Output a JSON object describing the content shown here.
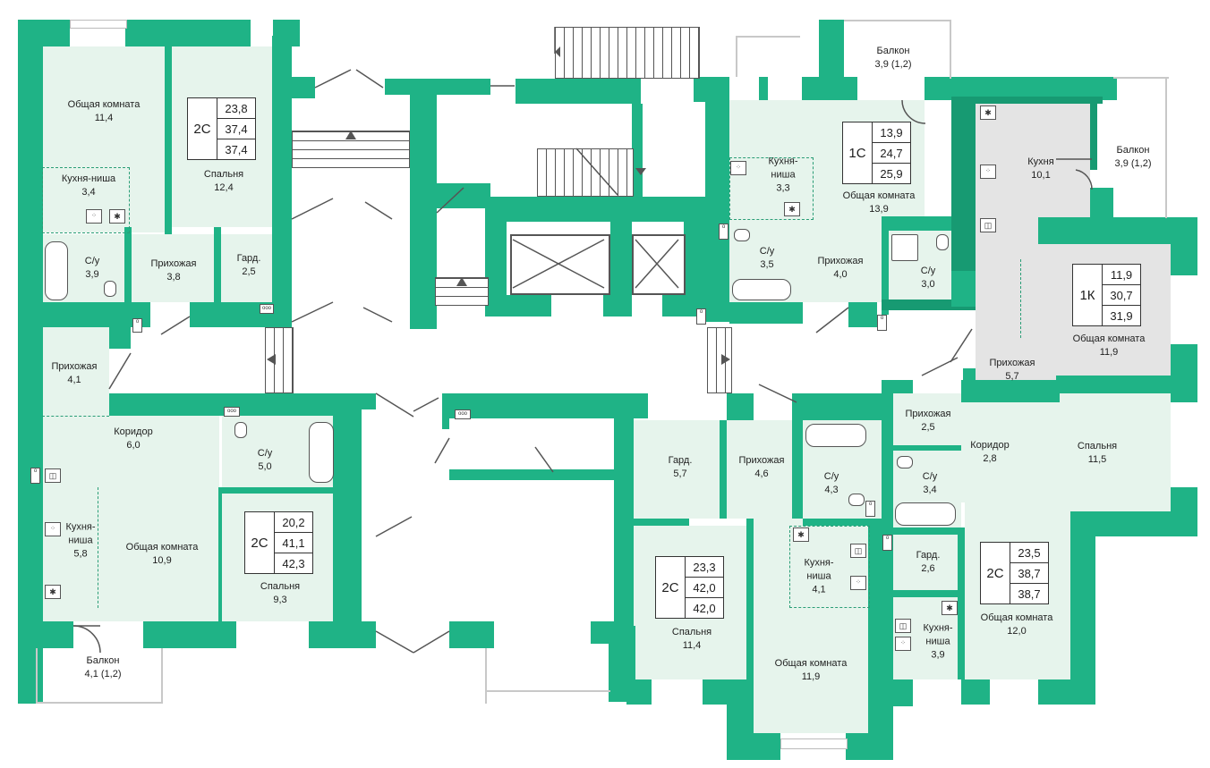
{
  "apartments": {
    "a1": {
      "code": "2С",
      "values": [
        "23,8",
        "37,4",
        "37,4"
      ]
    },
    "a2": {
      "code": "1С",
      "values": [
        "13,9",
        "24,7",
        "25,9"
      ]
    },
    "a3": {
      "code": "1К",
      "values": [
        "11,9",
        "30,7",
        "31,9"
      ]
    },
    "a4": {
      "code": "2С",
      "values": [
        "20,2",
        "41,1",
        "42,3"
      ]
    },
    "a5": {
      "code": "2С",
      "values": [
        "23,3",
        "42,0",
        "42,0"
      ]
    },
    "a6": {
      "code": "2С",
      "values": [
        "23,5",
        "38,7",
        "38,7"
      ]
    }
  },
  "rooms": [
    {
      "name": "Общая комната",
      "area": "11,4"
    },
    {
      "name": "Спальня",
      "area": "12,4"
    },
    {
      "name": "Кухня-ниша",
      "area": "3,4"
    },
    {
      "name": "С/у",
      "area": "3,9"
    },
    {
      "name": "Прихожая",
      "area": "3,8"
    },
    {
      "name": "Гард.",
      "area": "2,5"
    },
    {
      "name": "Балкон",
      "area": "3,9 (1,2)"
    },
    {
      "name": "Кухня-",
      "name2": "ниша",
      "area": "3,3"
    },
    {
      "name": "Общая комната",
      "area": "13,9"
    },
    {
      "name": "С/у",
      "area": "3,5"
    },
    {
      "name": "Прихожая",
      "area": "4,0"
    },
    {
      "name": "Кухня",
      "area": "10,1"
    },
    {
      "name": "Балкон",
      "area": "3,9 (1,2)"
    },
    {
      "name": "С/у",
      "area": "3,0"
    },
    {
      "name": "Общая комната",
      "area": "11,9"
    },
    {
      "name": "Прихожая",
      "area": "5,7"
    },
    {
      "name": "Прихожая",
      "area": "4,1"
    },
    {
      "name": "Коридор",
      "area": "6,0"
    },
    {
      "name": "С/у",
      "area": "5,0"
    },
    {
      "name": "Кухня-",
      "name2": "ниша",
      "area": "5,8"
    },
    {
      "name": "Общая комната",
      "area": "10,9"
    },
    {
      "name": "Спальня",
      "area": "9,3"
    },
    {
      "name": "Балкон",
      "area": "4,1 (1,2)"
    },
    {
      "name": "Гард.",
      "area": "5,7"
    },
    {
      "name": "Прихожая",
      "area": "4,6"
    },
    {
      "name": "С/у",
      "area": "4,3"
    },
    {
      "name": "Кухня-",
      "name2": "ниша",
      "area": "4,1"
    },
    {
      "name": "Спальня",
      "area": "11,4"
    },
    {
      "name": "Общая комната",
      "area": "11,9"
    },
    {
      "name": "Прихожая",
      "area": "2,5"
    },
    {
      "name": "Коридор",
      "area": "2,8"
    },
    {
      "name": "Спальня",
      "area": "11,5"
    },
    {
      "name": "С/у",
      "area": "3,4"
    },
    {
      "name": "Гард.",
      "area": "2,6"
    },
    {
      "name": "Кухня-",
      "name2": "ниша",
      "area": "3,9"
    },
    {
      "name": "Общая комната",
      "area": "12,0"
    }
  ],
  "colors": {
    "wall": "#1fb386",
    "room": "#e6f4ec",
    "selected": "#e4e4e4"
  }
}
